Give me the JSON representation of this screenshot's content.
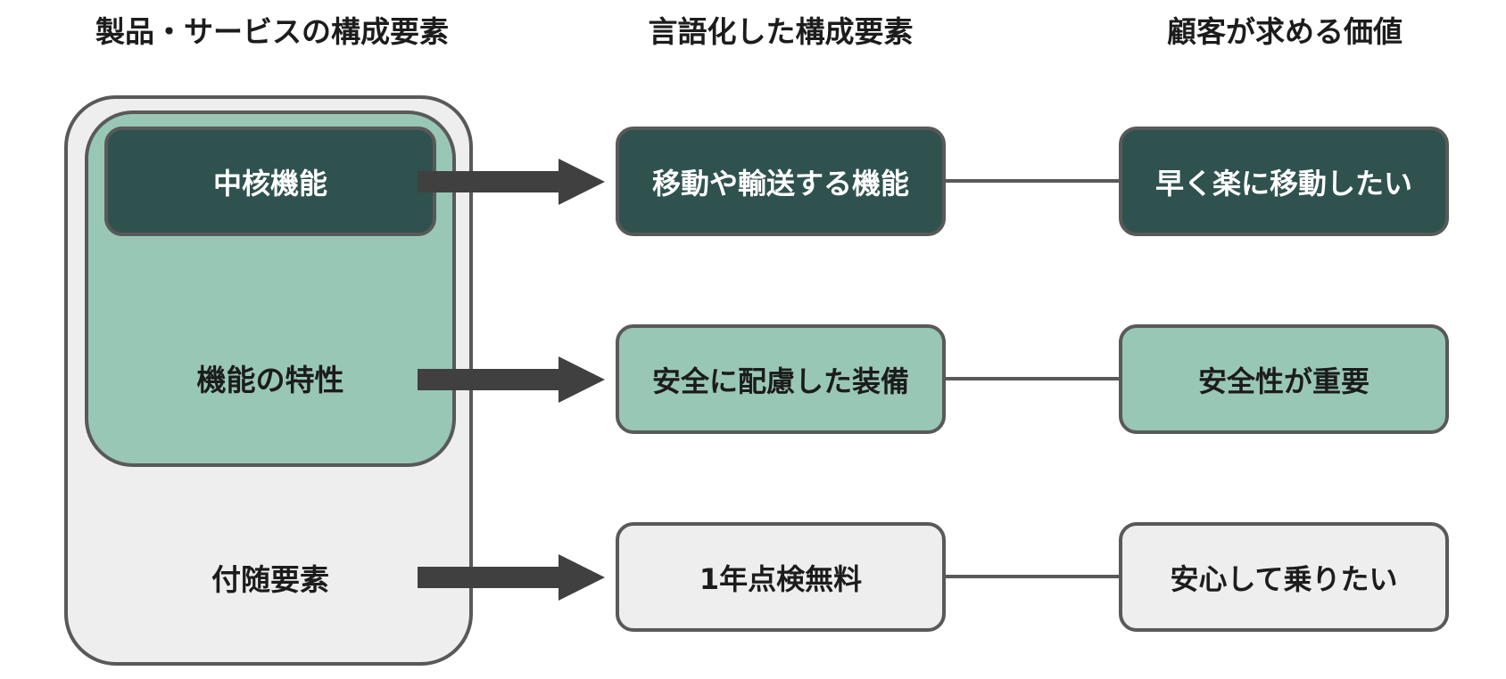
{
  "headers": {
    "col1": "製品・サービスの構成要素",
    "col2": "言語化した構成要素",
    "col3": "顧客が求める価値"
  },
  "elements": {
    "core": "中核機能",
    "characteristics": "機能の特性",
    "accessory": "付随要素"
  },
  "verbalized": {
    "row1": "移動や輸送する機能",
    "row2": "安全に配慮した装備",
    "row3": "1年点検無料"
  },
  "values": {
    "row1": "早く楽に移動したい",
    "row2": "安全性が重要",
    "row3": "安心して乗りたい"
  },
  "colors": {
    "dark": "#2f524e",
    "mint": "#99c7b5",
    "light": "#eeeeee",
    "border": "#595959",
    "arrow": "#404040"
  }
}
